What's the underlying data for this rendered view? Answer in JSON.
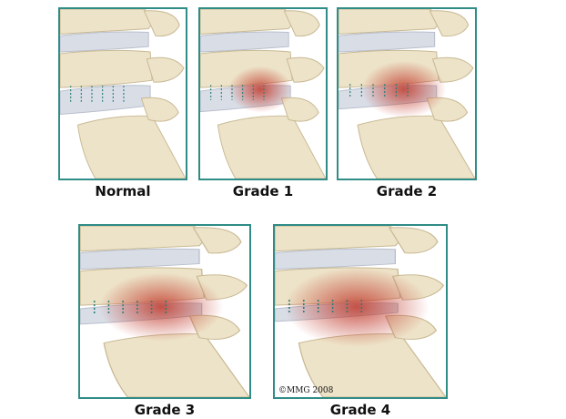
{
  "figure": {
    "colors": {
      "frame": "#2f8c86",
      "bone": "#ede3c8",
      "bone_shadow": "#c9b994",
      "disc": "#d9dde6",
      "inflammation": "#c0392b",
      "dash_line": "#2a7f77"
    },
    "panels": [
      {
        "id": "normal",
        "caption": "Normal",
        "grade": 0
      },
      {
        "id": "grade-1",
        "caption": "Grade 1",
        "grade": 1
      },
      {
        "id": "grade-2",
        "caption": "Grade 2",
        "grade": 2
      },
      {
        "id": "grade-3",
        "caption": "Grade 3",
        "grade": 3
      },
      {
        "id": "grade-4",
        "caption": "Grade 4",
        "grade": 4
      }
    ],
    "copyright": "©MMG 2008"
  }
}
